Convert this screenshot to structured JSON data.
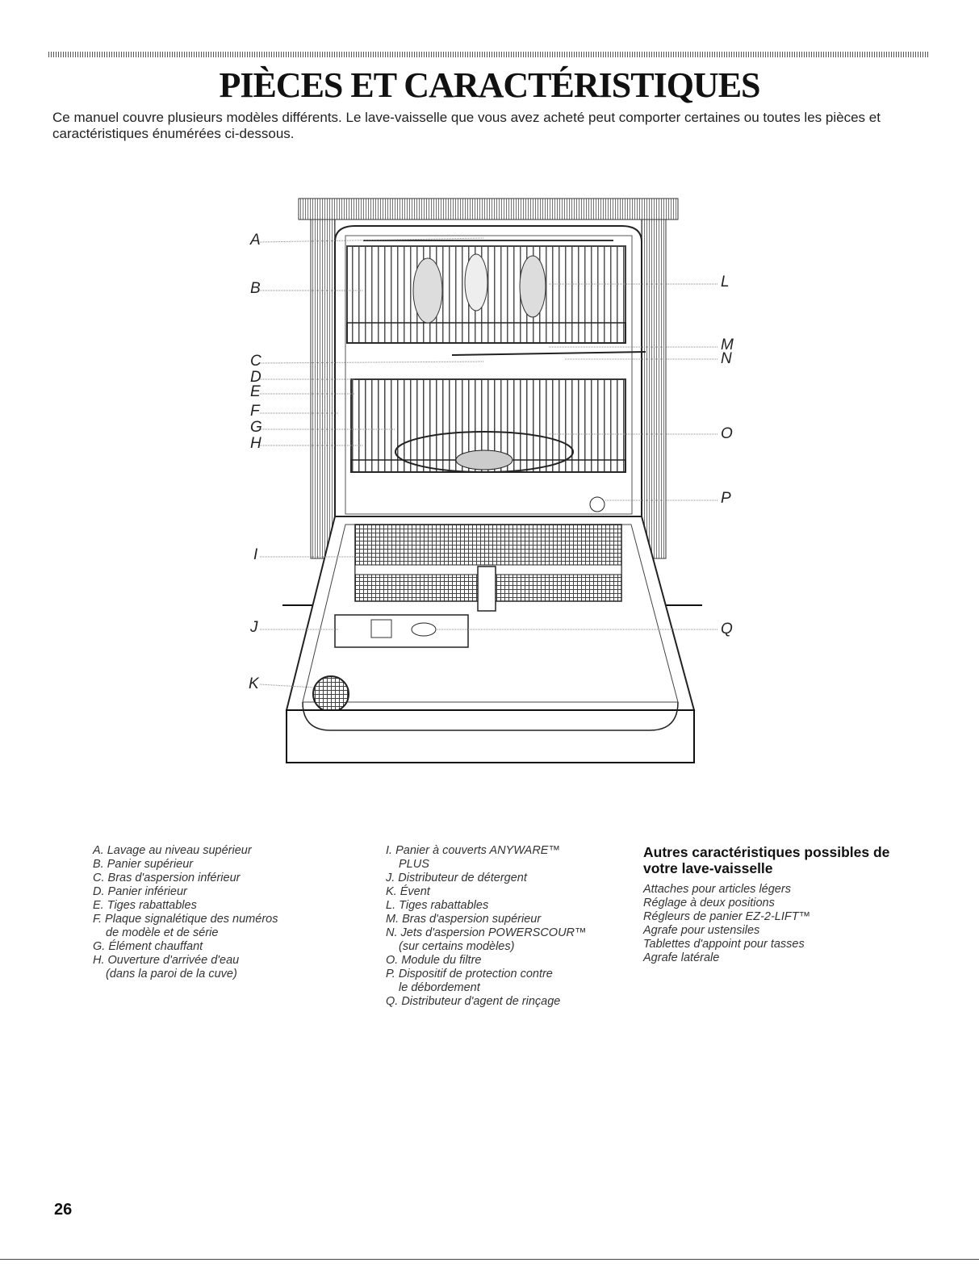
{
  "header": {
    "title": "PIÈCES ET CARACTÉRISTIQUES",
    "intro": "Ce manuel couvre plusieurs modèles différents. Le lave-vaisselle que vous avez acheté peut comporter certaines ou toutes les pièces et caractéristiques énumérées ci-dessous."
  },
  "figure": {
    "callouts_left": [
      "A",
      "B",
      "C",
      "D",
      "E",
      "F",
      "G",
      "H",
      "I",
      "J",
      "K"
    ],
    "callouts_right": [
      "L",
      "M",
      "N",
      "O",
      "P",
      "Q"
    ]
  },
  "legend": {
    "col1": [
      {
        "main": "A. Lavage au niveau supérieur"
      },
      {
        "main": "B. Panier supérieur"
      },
      {
        "main": "C. Bras d'aspersion inférieur"
      },
      {
        "main": "D. Panier inférieur"
      },
      {
        "main": "E. Tiges rabattables"
      },
      {
        "main": "F. Plaque signalétique des numéros",
        "cont": "de modèle et de série"
      },
      {
        "main": "G. Élément chauffant"
      },
      {
        "main": "H. Ouverture d'arrivée d'eau",
        "cont": "(dans la paroi de la cuve)"
      }
    ],
    "col2": [
      {
        "main": "I. Panier à couverts ANYWARE™",
        "cont": "PLUS"
      },
      {
        "main": "J. Distributeur de détergent"
      },
      {
        "main": "K. Évent"
      },
      {
        "main": "L. Tiges rabattables"
      },
      {
        "main": "M. Bras d'aspersion supérieur"
      },
      {
        "main": "N. Jets d'aspersion POWERSCOUR™",
        "cont": "(sur certains modèles)"
      },
      {
        "main": "O. Module du filtre"
      },
      {
        "main": "P. Dispositif de protection contre",
        "cont": "le débordement"
      },
      {
        "main": "Q. Distributeur d'agent de rinçage"
      }
    ],
    "col3_heading": "Autres caractéristiques possibles de votre lave-vaisselle",
    "col3": [
      "Attaches pour articles légers",
      "Réglage à deux positions",
      "Régleurs de panier EZ-2-LIFT™",
      "Agrafe pour ustensiles",
      "Tablettes d'appoint pour tasses",
      "Agrafe latérale"
    ]
  },
  "footer": {
    "page_number": "26"
  }
}
